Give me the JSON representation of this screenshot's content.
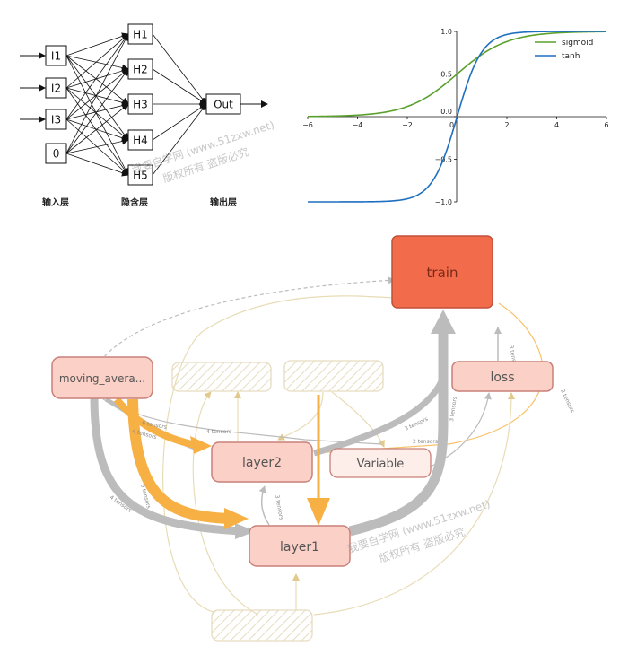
{
  "neural_net": {
    "inputs": [
      "I1",
      "I2",
      "I3",
      "θ"
    ],
    "hidden": [
      "H1",
      "H2",
      "H3",
      "H4",
      "H5"
    ],
    "output": "Out",
    "captions": [
      "输入层",
      "隐含层",
      "输出层"
    ]
  },
  "chart_data": {
    "type": "line",
    "x_range": [
      -6,
      6
    ],
    "ylim": [
      -1.0,
      1.0
    ],
    "x_ticks": [
      "−6",
      "−4",
      "−2",
      "0",
      "2",
      "4",
      "6"
    ],
    "y_ticks": [
      "1.0",
      "0.5",
      "0.0",
      "−0.5",
      "−1.0"
    ],
    "legend_position": "top-right",
    "series": [
      {
        "name": "sigmoid",
        "color": "#5aa02c",
        "function": "1/(1+exp(-x))"
      },
      {
        "name": "tanh",
        "color": "#1f6fc1",
        "function": "tanh(x)"
      }
    ]
  },
  "graph": {
    "nodes": {
      "train": "train",
      "moving_average": "moving_avera...",
      "loss": "loss",
      "layer2": "layer2",
      "variable": "Variable",
      "layer1": "layer1"
    },
    "edge_labels": {
      "l1_train": "3 tensors",
      "l2_train": "3 tensors",
      "ma_l1": "4 tensors",
      "ma_l2": "4 tensors",
      "ma_l2_b": "6 tensors",
      "var_loss": "2 tensors",
      "loss_train": "3 tensors",
      "train_out": "2 tensors",
      "l1_l2": "3 tensors",
      "ma_var": "4 tensors",
      "ma_l2_c": "6 tensors"
    },
    "colors": {
      "train": "#f26b4b",
      "node": "#fbd0c6",
      "node_border": "#c98078",
      "gray_edge": "#bcbcbc",
      "orange_edge": "#f7b043",
      "tan_edge": "#e8dcb6"
    }
  },
  "watermark": {
    "line1": "我要自学网 (www.51zxw.net)",
    "line2": "版权所有 盗版必究"
  }
}
